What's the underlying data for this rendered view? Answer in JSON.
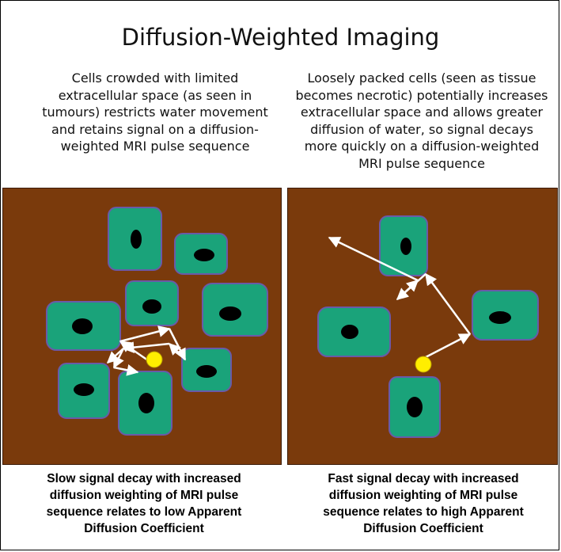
{
  "title": "Diffusion-Weighted Imaging",
  "left": {
    "description": "Cells crowded with limited\nextracellular space (as seen in\ntumours) restricts water movement\nand retains signal on a diffusion-\nweighted MRI pulse sequence",
    "caption": "Slow signal decay with increased\ndiffusion weighting  of MRI pulse\nsequence relates to low Apparent\nDiffusion Coefficient"
  },
  "right": {
    "description": "Loosely packed cells (seen as tissue\nbecomes necrotic) potentially increases\nextracellular space and allows greater\ndiffusion of water, so signal decays\nmore quickly on a diffusion-weighted\nMRI pulse sequence",
    "caption": "Fast signal decay with increased\ndiffusion weighting  of MRI pulse\nsequence relates to high Apparent\nDiffusion Coefficient"
  },
  "colors": {
    "background": "#7a3a0c",
    "cell": "#1aa37a",
    "cell_border": "#6a5aa8",
    "nucleus": "#000000",
    "water_molecule": "#ffee00",
    "arrow": "#ffffff"
  }
}
